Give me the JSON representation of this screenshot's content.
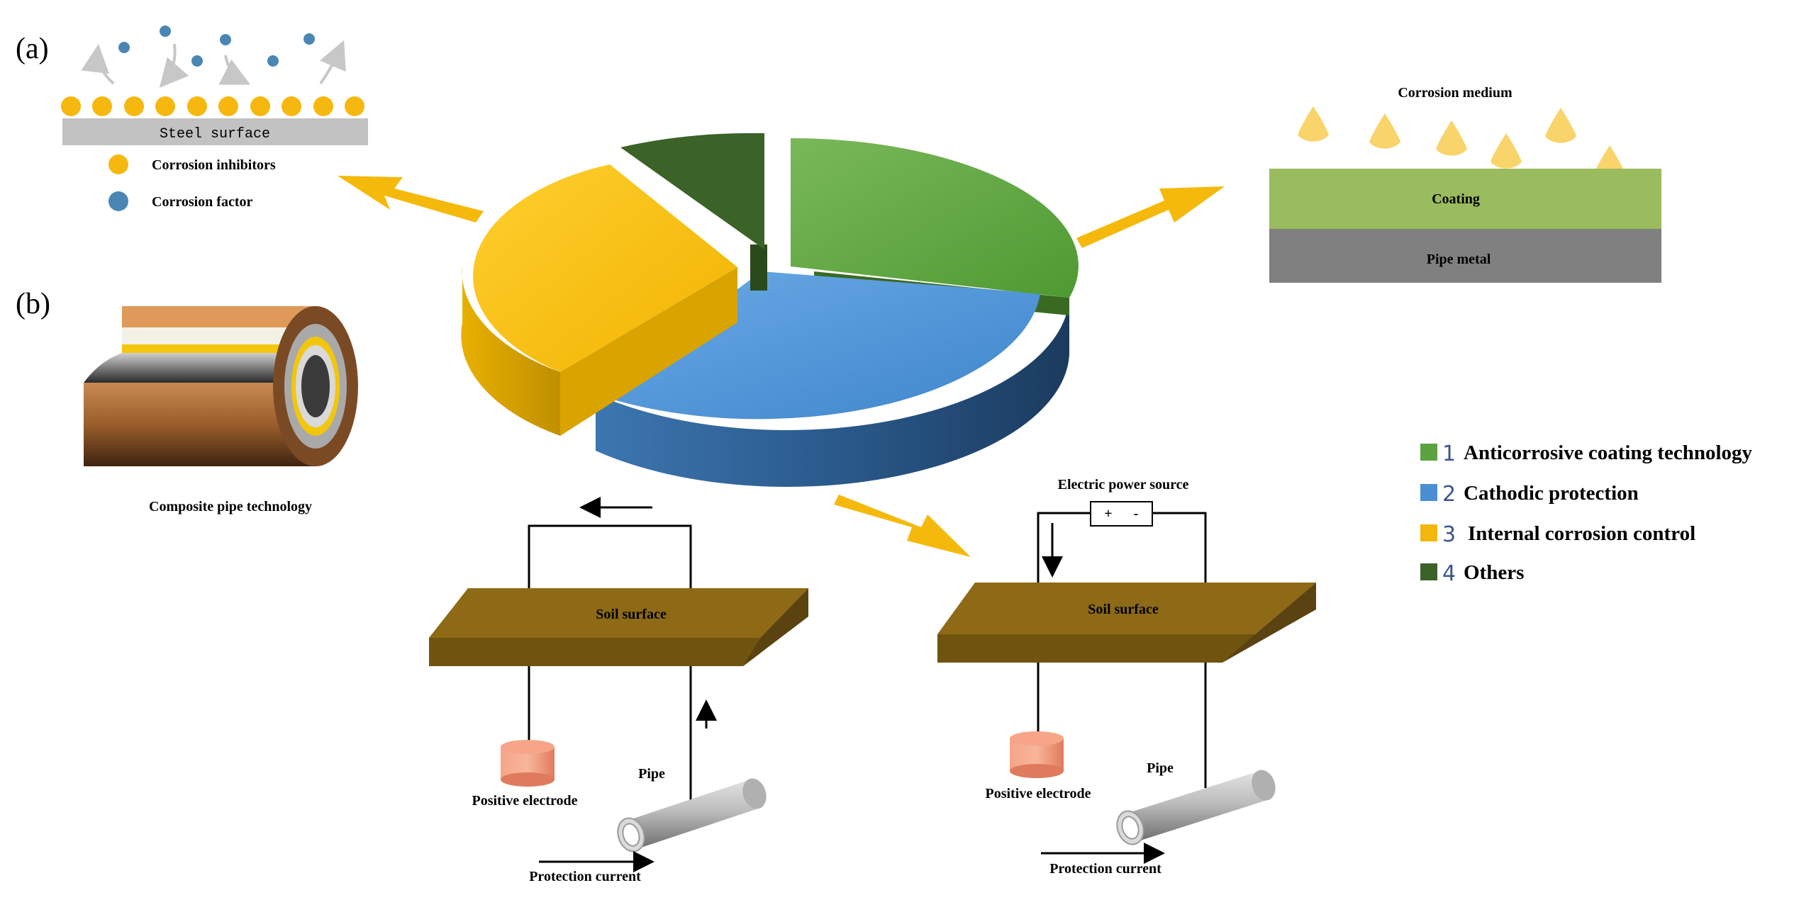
{
  "panel_labels": {
    "a": "(a)",
    "b": "(b)"
  },
  "inhibitor_panel": {
    "surface_label": "Steel surface",
    "legend_inhibitor": "Corrosion inhibitors",
    "legend_factor": "Corrosion factor"
  },
  "composite_panel": {
    "caption": "Composite pipe technology"
  },
  "coating_panel": {
    "medium_label": "Corrosion medium",
    "coating_label": "Coating",
    "metal_label": "Pipe metal"
  },
  "sacrificial_panel": {
    "soil_label": "Soil surface",
    "electrode_label": "Positive electrode",
    "pipe_label": "Pipe",
    "current_label": "Protection current"
  },
  "impressed_panel": {
    "power_label": "Electric power source",
    "plus": "+",
    "minus": "-",
    "soil_label": "Soil surface",
    "electrode_label": "Positive electrode",
    "pipe_label": "Pipe",
    "current_label": "Protection current"
  },
  "legend": [
    {
      "num": "1",
      "text": "Anticorrosive coating technology",
      "color": "#5ba33e"
    },
    {
      "num": "2",
      "text": "Cathodic protection",
      "color": "#4a8fd4"
    },
    {
      "num": "3",
      "text": "Internal corrosion control",
      "color": "#f3b60c"
    },
    {
      "num": "4",
      "text": "Others",
      "color": "#3b6327"
    }
  ],
  "colors": {
    "arrow": "#f5b90c",
    "inhibitor": "#f6b80e",
    "factor": "#4a86b3",
    "soil": "#8e6a17",
    "coating": "#9bbb5f",
    "metal": "#808080",
    "drop": "#f8d46a"
  }
}
